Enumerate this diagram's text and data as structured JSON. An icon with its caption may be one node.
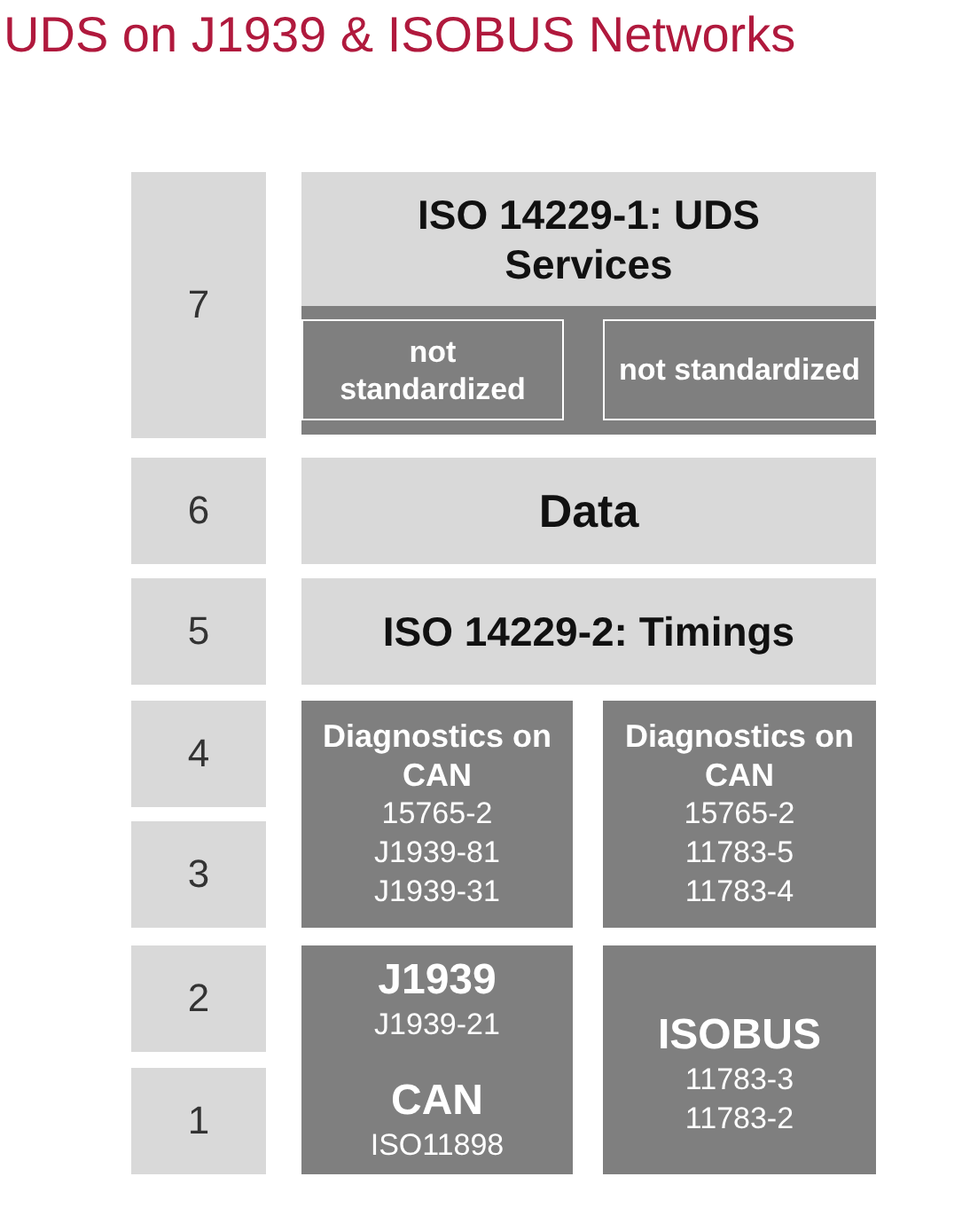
{
  "diagram": {
    "title": "UDS on J1939 & ISOBUS Networks",
    "nodes": [
      {
        "text": [
          "7"
        ]
      },
      {
        "text": [
          "ISO 14229-1: UDS Services"
        ]
      },
      {
        "text": [
          "not standardized"
        ],
        "in": 1
      },
      {
        "text": [
          "not standardized"
        ],
        "in": 1
      },
      {
        "text": [
          "6"
        ]
      },
      {
        "text": [
          "Data"
        ]
      },
      {
        "text": [
          "5"
        ]
      },
      {
        "text": [
          "ISO 14229-2: Timings"
        ]
      },
      {
        "text": [
          "4"
        ]
      },
      {
        "text": [
          "Diagnostics on CAN",
          "15765-2",
          "J1939-81",
          "J1939-31"
        ]
      },
      {
        "text": [
          "Diagnostics on CAN",
          "15765-2",
          "11783-5",
          "11783-4"
        ]
      },
      {
        "text": [
          "3"
        ]
      },
      {
        "text": [
          "2"
        ]
      },
      {
        "text": [
          "J1939",
          "J1939-21",
          "CAN",
          "ISO11898"
        ]
      },
      {
        "text": [
          "ISOBUS",
          "11783-3",
          "11783-2"
        ]
      },
      {
        "text": [
          "1"
        ]
      }
    ]
  }
}
